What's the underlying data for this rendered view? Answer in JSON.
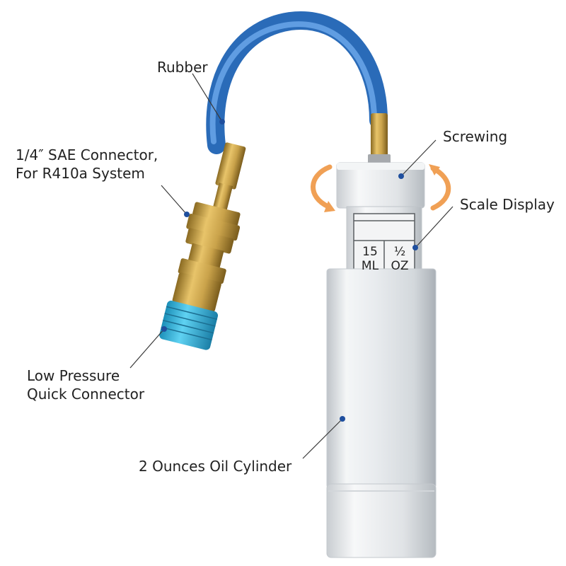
{
  "labels": {
    "rubber": "Rubber",
    "sae_line1": "1/4″   SAE Connector,",
    "sae_line2": "For R410a System",
    "screwing": "Screwing",
    "scale_display": "Scale Display",
    "low_pressure_line1": "Low Pressure",
    "low_pressure_line2": "Quick Connector",
    "cylinder": "2 Ounces Oil Cylinder"
  },
  "scale": {
    "ml_value": "15",
    "ml_unit": "ML",
    "oz_value": "½",
    "oz_unit": "OZ"
  },
  "colors": {
    "hose": "#3f86d6",
    "brass": "#c9a24a",
    "quick_connector": "#35b8e0",
    "cylinder": "#e6e9ec",
    "arrow": "#f0a055",
    "pointer_dot": "#1f4f9e"
  }
}
